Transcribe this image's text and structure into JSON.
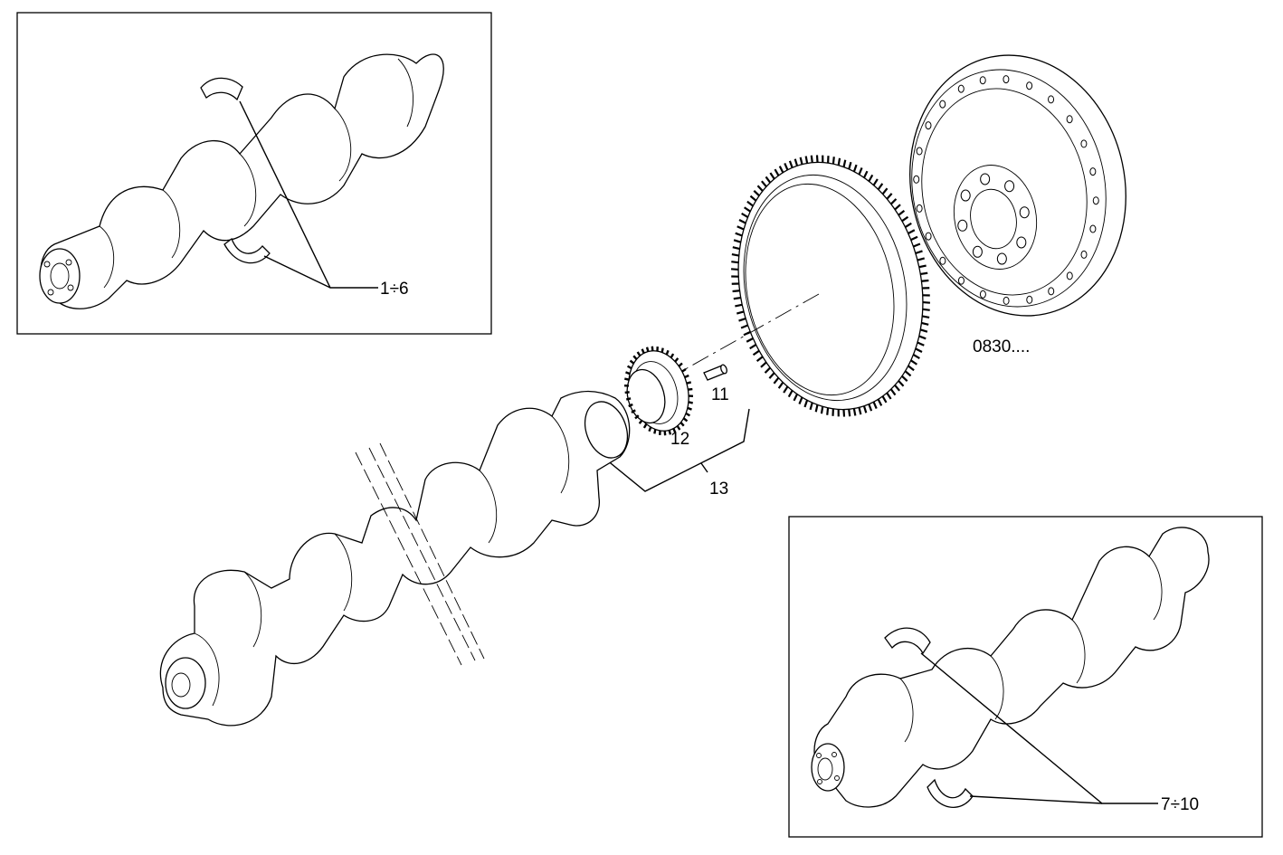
{
  "labels": {
    "bearings_main": "1÷6",
    "bearings_rod": "7÷10",
    "pin": "11",
    "gear": "12",
    "crankshaft": "13",
    "flywheel_ref": "0830...."
  }
}
